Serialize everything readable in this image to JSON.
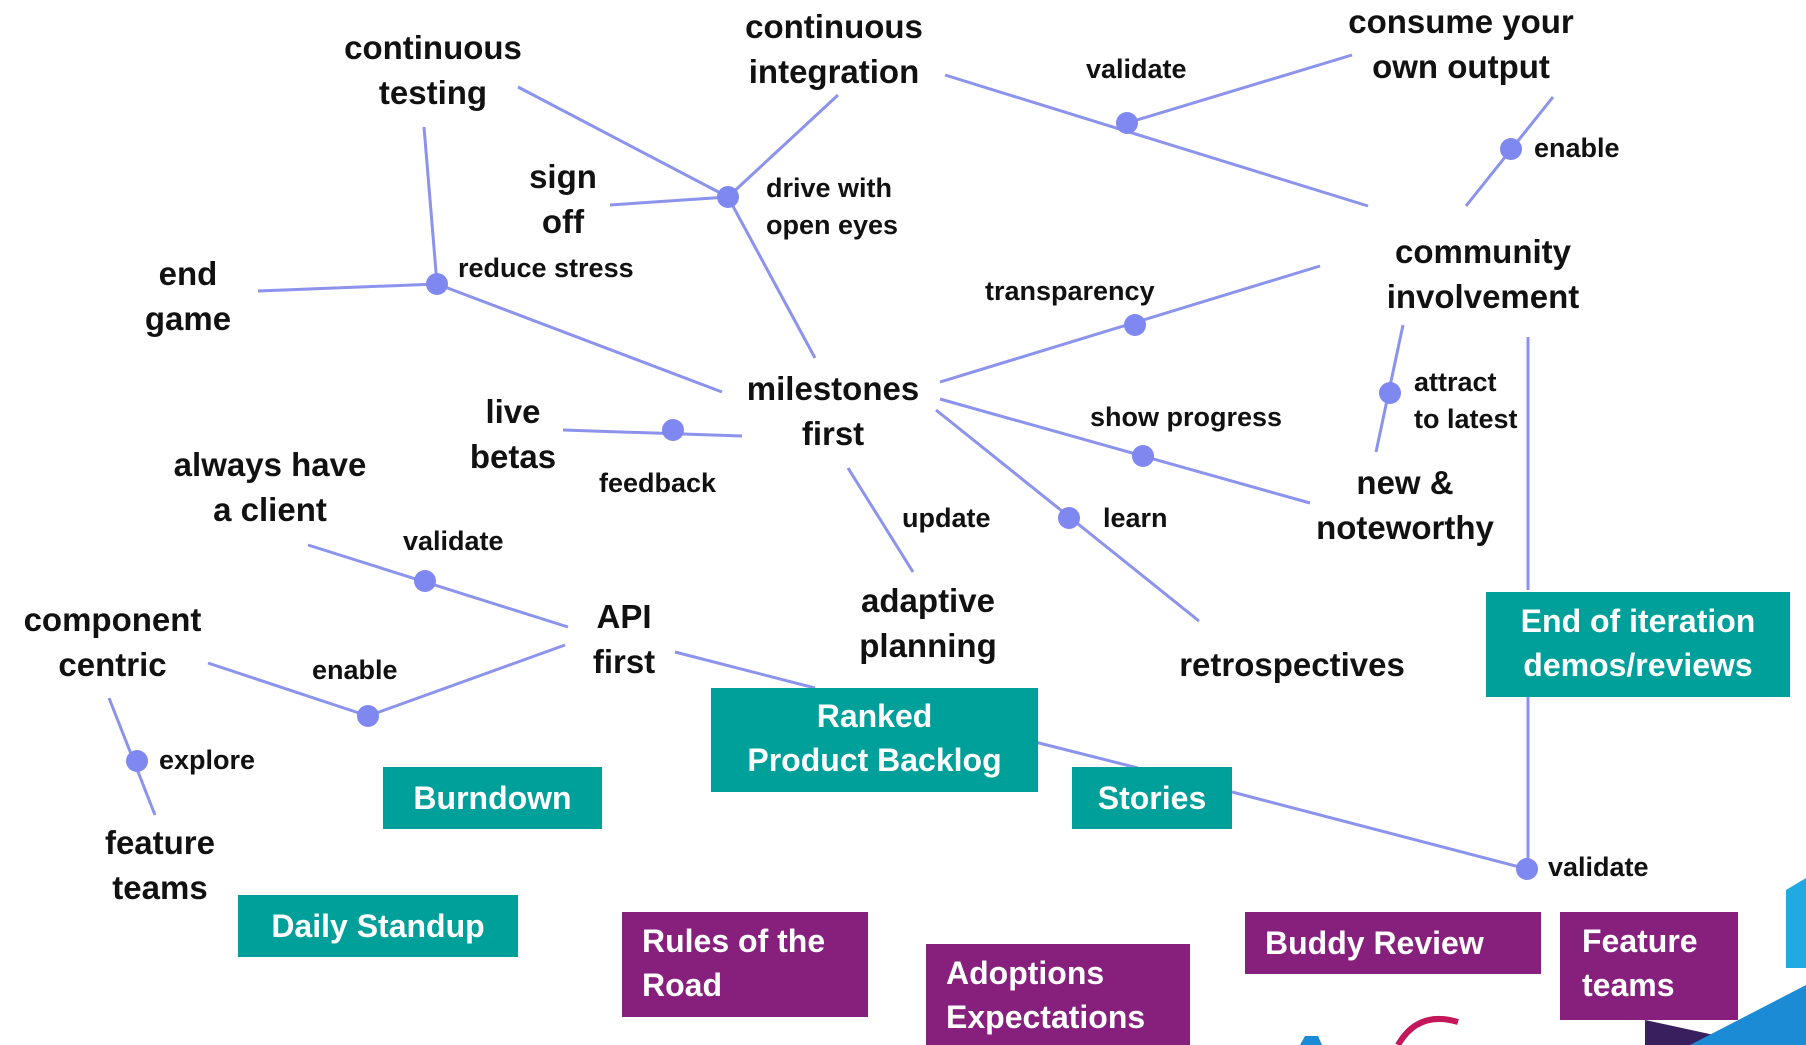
{
  "colors": {
    "line": "#8b93ec",
    "dot": "#7f88f0",
    "teal": "#00a09a",
    "purple": "#87207d",
    "text": "#111111"
  },
  "nodes": {
    "continuous_testing": "continuous\ntesting",
    "continuous_integration": "continuous\nintegration",
    "consume_output": "consume your\nown output",
    "sign_off": "sign\noff",
    "end_game": "end\ngame",
    "community_involvement": "community\ninvolvement",
    "live_betas": "live\nbetas",
    "milestones_first": "milestones\nfirst",
    "always_client": "always have\na client",
    "new_noteworthy": "new &\nnoteworthy",
    "component_centric": "component\ncentric",
    "api_first": "API\nfirst",
    "adaptive_planning": "adaptive\nplanning",
    "retrospectives": "retrospectives",
    "feature_teams_node": "feature\nteams"
  },
  "labels": {
    "validate_top": "validate",
    "enable_top": "enable",
    "drive_open_eyes": "drive with\nopen eyes",
    "reduce_stress": "reduce stress",
    "transparency": "transparency",
    "attract_latest": "attract\nto latest",
    "show_progress": "show progress",
    "feedback": "feedback",
    "update": "update",
    "learn": "learn",
    "validate_api": "validate",
    "enable_api": "enable",
    "explore": "explore",
    "validate_bottom": "validate"
  },
  "practices_teal": {
    "end_iteration": "End of iteration\ndemos/reviews",
    "ranked_backlog": "Ranked\nProduct Backlog",
    "burndown": "Burndown",
    "stories": "Stories",
    "daily_standup": "Daily Standup"
  },
  "practices_purple": {
    "rules_road": "Rules of the\nRoad",
    "adoptions": "Adoptions\nExpectations",
    "buddy_review": "Buddy Review",
    "feature_teams_box": "Feature\nteams"
  }
}
